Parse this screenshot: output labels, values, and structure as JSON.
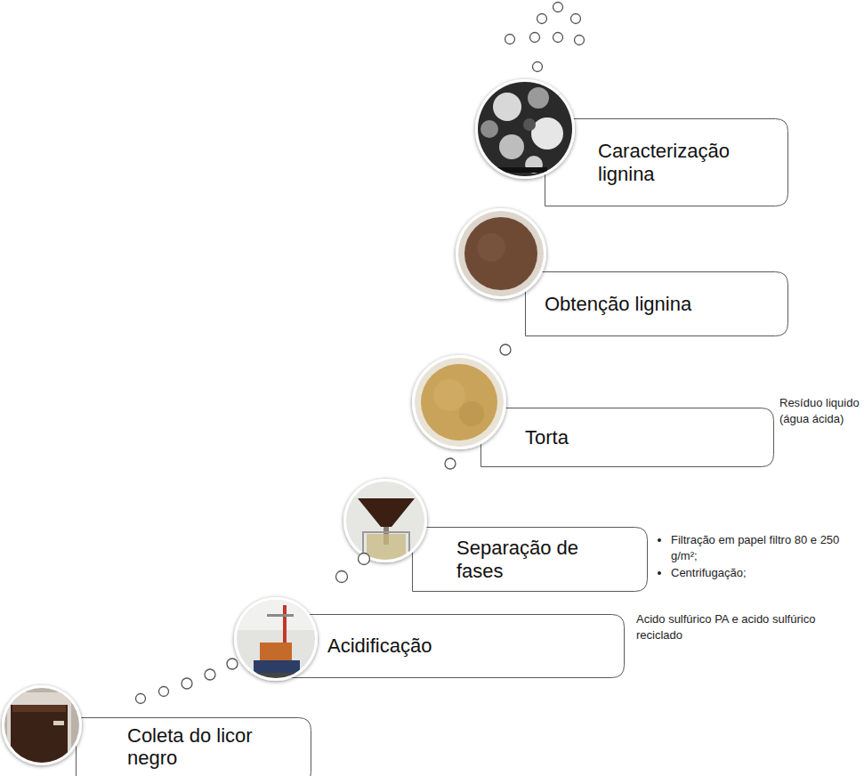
{
  "diagram": {
    "nodes": [
      {
        "text": [
          "Coleta do licor negro"
        ]
      },
      {
        "text": [
          "Acidificação"
        ]
      },
      {
        "text": [
          "Separação de fases"
        ]
      },
      {
        "text": [
          "Torta"
        ]
      },
      {
        "text": [
          "Obtenção lignina"
        ]
      },
      {
        "text": [
          "Caracterização lignina"
        ]
      }
    ],
    "labels": [
      "Acido sulfúrico PA e acido sulfúrico reciclado",
      "Filtração em papel filtro 80 e 250 g/m²;",
      "Centrifugação;",
      "Resíduo liquido (água ácida)"
    ]
  }
}
